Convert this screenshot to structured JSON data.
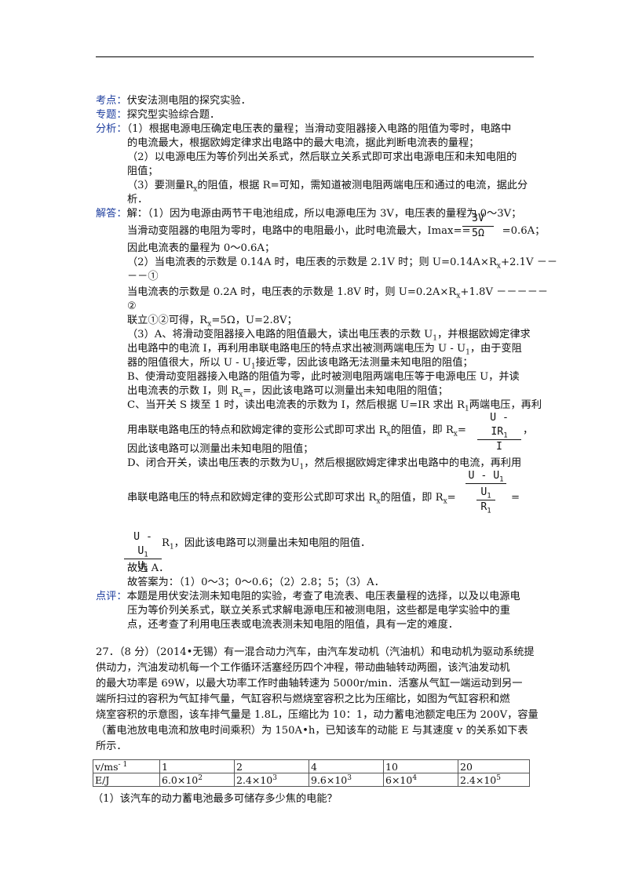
{
  "analysis": {
    "kaodian_tag": "考点：",
    "kaodian": "伏安法测电阻的探究实验．",
    "zhuanti_tag": "专题：",
    "zhuanti": "探究型实验综合题．",
    "fenxi_tag": "分析：",
    "fenxi_1a": "（1）根据电源电压确定电压表的量程；当滑动变阻器接入电路的阻值为零时，电路中",
    "fenxi_1b": "的电流最大，根据欧姆定律求出电路中的最大电流，据此判断电流表的量程；",
    "fenxi_2a": "（2）以电源电压为等价列出关系式，然后联立关系式即可求出电源电压和未知电阻的",
    "fenxi_2b": "阻值；",
    "fenxi_3a": "（3）要测量R",
    "fenxi_3a_sub": "x",
    "fenxi_3a_rest": "的阻值，根据 R=可知，需知道被测电阻两端电压和通过的电流，据此分",
    "fenxi_3b": "析．",
    "jieda_tag": "解答：",
    "j1": "解：（1）因为电源由两节干电池组成，所以电源电压为 3V，电压表的量程为 0～3V；",
    "j2a": "当滑动变阻器的电阻为零时，电路中的电阻最小，此时电流最大，Imax==",
    "j2_num": "3V",
    "j2_den": "5Ω",
    "j2b": "=0.6A；",
    "j3": "因此电流表的量程为 0～0.6A；",
    "j4": "（2）当电流表的示数是 0.14A 时，电压表的示数是 2.1V 时；则 U=0.14A×R",
    "j4_sub": "x",
    "j4_rest": "+2.1V －－",
    "j5": "－－①",
    "j6": "当电流表的示数是 0.2A 时，电压表的示数是 1.8V 时，则 U=0.2A×R",
    "j6_sub": "x",
    "j6_rest": "+1.8V －－－－－",
    "j7": "②",
    "j8a": "联立①②可得，R",
    "j8_sub": "x",
    "j8b": "=5Ω，U=2.8V；",
    "j9": "（3）A、将滑动变阻器接入电路的阻值最大，读出电压表的示数 U",
    "j9_sub": "1",
    "j9_rest": "，并根据欧姆定律求",
    "j10": "出电路中的电流 I，再利用串联电路电压的特点求出被测两端电压为 U - U",
    "j10_sub": "1",
    "j10_rest": "，由于变阻",
    "j11": "器的阻值很大，所以 U - U",
    "j11_sub": "1",
    "j11_rest": "接近零，因此该电路无法测量未知电阻的阻值；",
    "j12": "B、使滑动变阻器接入电路的阻值为零，此时被测电阻两端电压等于电源电压 U，并读",
    "j13a": "出电流表的示数 I，则 R",
    "j13_sub": "x",
    "j13b": "=，因此该电路可以测量出未知电阻的阻值；",
    "j14a": "C、当开关 S 拨至 1 时，读出电流表的示数为 I，然后根据 U=IR 求出 R",
    "j14_sub": "1",
    "j14b": "两端电压，再利",
    "j15a": "用串联电路电压的特点和欧姆定律的变形公式即可求出 R",
    "j15_sub": "x",
    "j15b": "的阻值，即 R",
    "j15_sub2": "x",
    "j15c": "=",
    "fracC_num": "U - IR",
    "fracC_num_sub": "1",
    "fracC_den": "I",
    "j15d": "，",
    "j16": "因此该电路可以测量出未知电阻的阻值；",
    "j17": "D、闭合开关，读出电压表的示数为U",
    "j17_sub": "1",
    "j17_rest": "，然后根据欧姆定律求出电路中的电流，再利用",
    "fracD_num": "U - U",
    "fracD_num_sub": "1",
    "fracD_in_num": "U",
    "fracD_in_num_sub": "1",
    "fracD_in_den": "R",
    "fracD_in_den_sub": "1",
    "j18a": "串联电路电压的特点和欧姆定律的变形公式即可求出 R",
    "j18_sub": "x",
    "j18b": "的阻值，即 R",
    "j18_sub2": "x",
    "j18c": "=",
    "j18d": "=",
    "fracE_num": "U - U",
    "fracE_num_sub": "1",
    "fracE_den": "U",
    "fracE_den_sub": "1",
    "j19a": "R",
    "j19_sub": "1",
    "j19b": "，因此该电路可以测量出未知电阻的阻值．",
    "j20": "故选 A．",
    "j21": "故答案为：（1）0～3；0～0.6；（2）2.8；5；（3）A．",
    "dianping_tag": "点评：",
    "dp1": "本题是用伏安法测未知电阻的实验，考查了电流表、电压表量程的选择，以及以电源电",
    "dp2": "压为等价列关系式，联立关系式求解电源电压和被测电阻，这些都是电学实验中的重",
    "dp3": "点，还考查了利用电压表或电流表测未知电阻的阻值，具有一定的难度．"
  },
  "q27": {
    "l1": "27．（8 分）（2014•无锡）有一混合动力汽车，由汽车发动机（汽油机）和电动机为驱动系统提",
    "l2": "供动力，汽油发动机每一个工作循环活塞经历四个冲程，带动曲轴转动两圈，该汽油发动机",
    "l3": "的最大功率是 69W，以最大功率工作时曲轴转速为 5000r/min．活塞从气缸一端运动到另一",
    "l4": "端所扫过的容积为气缸排气量，气缸容积与燃烧室容积之比为压缩比，如图为气缸容积和燃",
    "l5": "烧室容积的示意图，该车排气量是 1.8L，压缩比为 10：1，动力蓄电池额定电压为 200V，容量",
    "l6": "（蓄电池放电电流和放电时间乘积）为 150A•h，已知该车的动能 E 与其速度 v 的关系如下表",
    "l7": "所示．",
    "table": {
      "row1_head": "v/ms",
      "row1_head_sup": "- 1",
      "row1": [
        "1",
        "2",
        "4",
        "10",
        "20"
      ],
      "row2_head": "E/J",
      "row2": [
        {
          "m": "6.0×10",
          "e": "2"
        },
        {
          "m": "2.4×10",
          "e": "3"
        },
        {
          "m": "9.6×10",
          "e": "3"
        },
        {
          "m": "6×10",
          "e": "4"
        },
        {
          "m": "2.4×10",
          "e": "5"
        }
      ]
    },
    "sub1": "（1）该汽车的动力蓄电池最多可储存多少焦的电能？"
  }
}
